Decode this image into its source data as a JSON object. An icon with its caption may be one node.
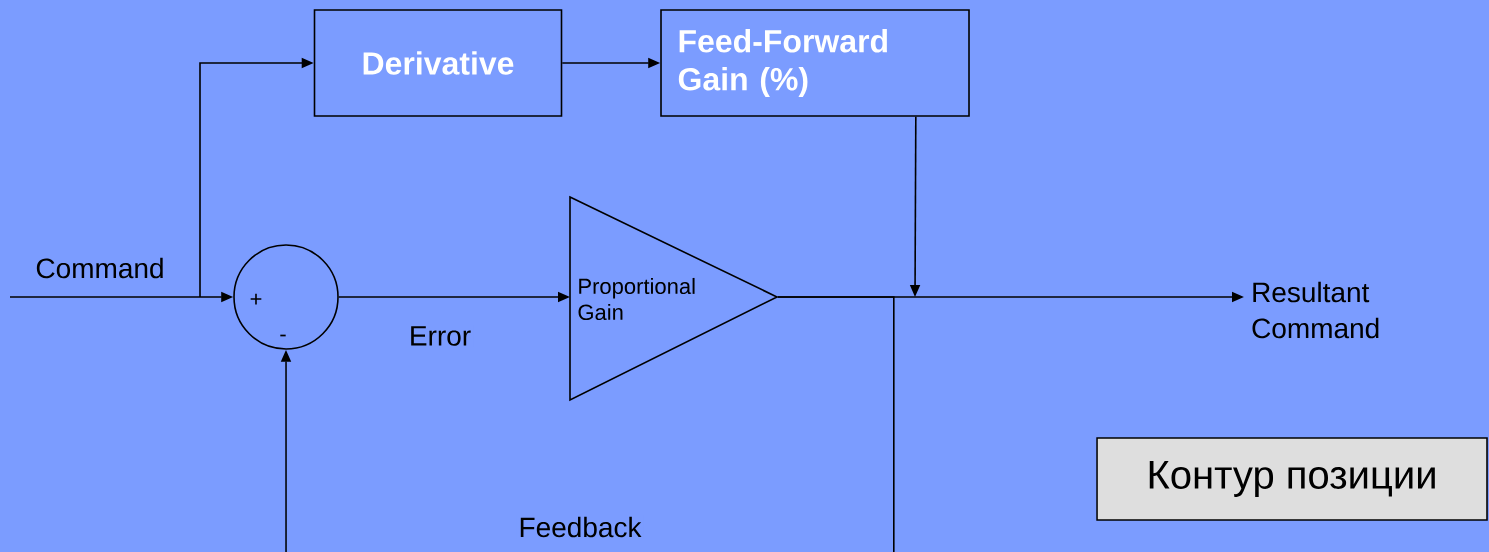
{
  "diagram": {
    "nodes": [
      {
        "text": [
          "Derivative"
        ]
      },
      {
        "text": [
          "Feed-Forward Gain (%)"
        ]
      },
      {
        "text": [
          "+",
          "-"
        ]
      },
      {
        "text": [
          "Proportional Gain"
        ]
      },
      {
        "text": [
          "Resultant Command"
        ]
      },
      {
        "text": [
          "Контур позиции"
        ]
      }
    ],
    "edges": [
      {
        "from": null,
        "to": 2,
        "arrow": "to",
        "label": "Command"
      },
      {
        "from": null,
        "to": 0,
        "arrow": "to"
      },
      {
        "from": 0,
        "to": 1,
        "arrow": "to"
      },
      {
        "from": 1,
        "to": null,
        "arrow": "to"
      },
      {
        "from": 2,
        "to": 3,
        "arrow": "to",
        "label": "Error"
      },
      {
        "from": 3,
        "to": 4,
        "arrow": "to"
      },
      {
        "from": 3,
        "to": 2,
        "arrow": "to",
        "label": "Feedback"
      }
    ]
  }
}
